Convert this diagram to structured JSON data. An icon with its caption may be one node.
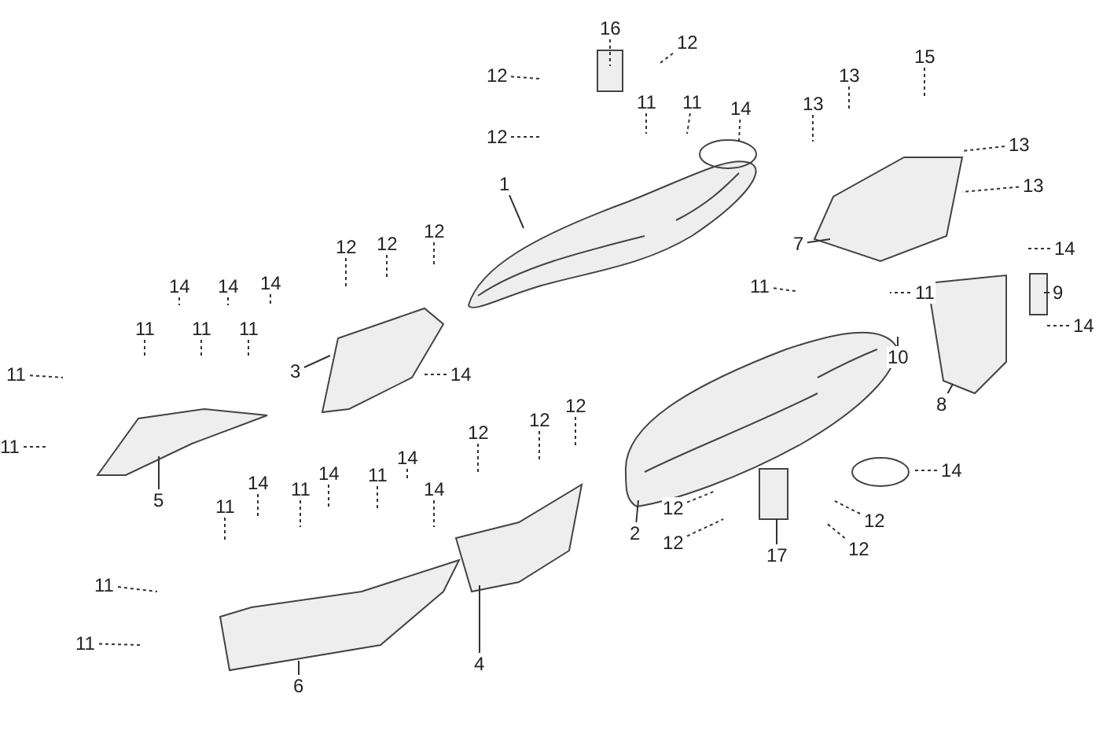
{
  "diagram": {
    "nodes": [
      {
        "text": [
          "16"
        ]
      },
      {
        "text": [
          "12"
        ]
      },
      {
        "text": [
          "15"
        ]
      },
      {
        "text": [
          "12"
        ]
      },
      {
        "text": [
          "13"
        ]
      },
      {
        "text": [
          "11"
        ]
      },
      {
        "text": [
          "11"
        ]
      },
      {
        "text": [
          "13"
        ]
      },
      {
        "text": [
          "14"
        ]
      },
      {
        "text": [
          "12"
        ]
      },
      {
        "text": [
          "13"
        ]
      },
      {
        "text": [
          "1"
        ]
      },
      {
        "text": [
          "13"
        ]
      },
      {
        "text": [
          "12"
        ]
      },
      {
        "text": [
          "7"
        ]
      },
      {
        "text": [
          "12"
        ]
      },
      {
        "text": [
          "12"
        ]
      },
      {
        "text": [
          "14"
        ]
      },
      {
        "text": [
          "11"
        ]
      },
      {
        "text": [
          "11"
        ]
      },
      {
        "text": [
          "9"
        ]
      },
      {
        "text": [
          "14"
        ]
      },
      {
        "text": [
          "14"
        ]
      },
      {
        "text": [
          "14"
        ]
      },
      {
        "text": [
          "11"
        ]
      },
      {
        "text": [
          "11"
        ]
      },
      {
        "text": [
          "11"
        ]
      },
      {
        "text": [
          "14"
        ]
      },
      {
        "text": [
          "10"
        ]
      },
      {
        "text": [
          "3"
        ]
      },
      {
        "text": [
          "14"
        ]
      },
      {
        "text": [
          "11"
        ]
      },
      {
        "text": [
          "8"
        ]
      },
      {
        "text": [
          "12"
        ]
      },
      {
        "text": [
          "12"
        ]
      },
      {
        "text": [
          "12"
        ]
      },
      {
        "text": [
          "11"
        ]
      },
      {
        "text": [
          "14"
        ]
      },
      {
        "text": [
          "14"
        ]
      },
      {
        "text": [
          "14"
        ]
      },
      {
        "text": [
          "11"
        ]
      },
      {
        "text": [
          "14"
        ]
      },
      {
        "text": [
          "14"
        ]
      },
      {
        "text": [
          "11"
        ]
      },
      {
        "text": [
          "5"
        ]
      },
      {
        "text": [
          "11"
        ]
      },
      {
        "text": [
          "12"
        ]
      },
      {
        "text": [
          "12"
        ]
      },
      {
        "text": [
          "2"
        ]
      },
      {
        "text": [
          "12"
        ]
      },
      {
        "text": [
          "12"
        ]
      },
      {
        "text": [
          "17"
        ]
      },
      {
        "text": [
          "11"
        ]
      },
      {
        "text": [
          "11"
        ]
      },
      {
        "text": [
          "4"
        ]
      },
      {
        "text": [
          "6"
        ]
      }
    ],
    "edges": [
      {
        "from": 0,
        "to": null,
        "arrow": "none",
        "style": "dashed"
      },
      {
        "from": 1,
        "to": null,
        "arrow": "none",
        "style": "dashed"
      },
      {
        "from": 2,
        "to": null,
        "arrow": "none",
        "style": "dashed"
      },
      {
        "from": 3,
        "to": null,
        "arrow": "none",
        "style": "dashed"
      },
      {
        "from": 4,
        "to": null,
        "arrow": "none",
        "style": "dashed"
      },
      {
        "from": 5,
        "to": null,
        "arrow": "none",
        "style": "dashed"
      },
      {
        "from": 6,
        "to": null,
        "arrow": "none",
        "style": "dashed"
      },
      {
        "from": 7,
        "to": null,
        "arrow": "none",
        "style": "dashed"
      },
      {
        "from": 8,
        "to": null,
        "arrow": "none",
        "style": "dashed"
      },
      {
        "from": 9,
        "to": null,
        "arrow": "none",
        "style": "dashed"
      },
      {
        "from": 10,
        "to": null,
        "arrow": "none",
        "style": "dashed"
      },
      {
        "from": 11,
        "to": null,
        "arrow": "none"
      },
      {
        "from": 12,
        "to": null,
        "arrow": "none",
        "style": "dashed"
      },
      {
        "from": 13,
        "to": null,
        "arrow": "none",
        "style": "dashed"
      },
      {
        "from": 14,
        "to": null,
        "arrow": "none"
      },
      {
        "from": 15,
        "to": null,
        "arrow": "none",
        "style": "dashed"
      },
      {
        "from": 16,
        "to": null,
        "arrow": "none",
        "style": "dashed"
      },
      {
        "from": 17,
        "to": null,
        "arrow": "none",
        "style": "dashed"
      },
      {
        "from": 18,
        "to": null,
        "arrow": "none",
        "style": "dashed"
      },
      {
        "from": 19,
        "to": null,
        "arrow": "none",
        "style": "dashed"
      },
      {
        "from": 20,
        "to": null,
        "arrow": "none"
      },
      {
        "from": 21,
        "to": null,
        "arrow": "none",
        "style": "dashed"
      },
      {
        "from": 22,
        "to": null,
        "arrow": "none",
        "style": "dashed"
      },
      {
        "from": 23,
        "to": null,
        "arrow": "none",
        "style": "dashed"
      },
      {
        "from": 24,
        "to": null,
        "arrow": "none",
        "style": "dashed"
      },
      {
        "from": 25,
        "to": null,
        "arrow": "none",
        "style": "dashed"
      },
      {
        "from": 26,
        "to": null,
        "arrow": "none",
        "style": "dashed"
      },
      {
        "from": 27,
        "to": null,
        "arrow": "none",
        "style": "dashed"
      },
      {
        "from": 28,
        "to": null,
        "arrow": "none"
      },
      {
        "from": 29,
        "to": null,
        "arrow": "none"
      },
      {
        "from": 30,
        "to": null,
        "arrow": "none",
        "style": "dashed"
      },
      {
        "from": 31,
        "to": null,
        "arrow": "none",
        "style": "dashed"
      },
      {
        "from": 32,
        "to": null,
        "arrow": "none"
      },
      {
        "from": 33,
        "to": null,
        "arrow": "none",
        "style": "dashed"
      },
      {
        "from": 34,
        "to": null,
        "arrow": "none",
        "style": "dashed"
      },
      {
        "from": 35,
        "to": null,
        "arrow": "none",
        "style": "dashed"
      },
      {
        "from": 36,
        "to": null,
        "arrow": "none",
        "style": "dashed"
      },
      {
        "from": 37,
        "to": null,
        "arrow": "none",
        "style": "dashed"
      },
      {
        "from": 38,
        "to": null,
        "arrow": "none",
        "style": "dashed"
      },
      {
        "from": 39,
        "to": null,
        "arrow": "none",
        "style": "dashed"
      },
      {
        "from": 40,
        "to": null,
        "arrow": "none",
        "style": "dashed"
      },
      {
        "from": 41,
        "to": null,
        "arrow": "none",
        "style": "dashed"
      },
      {
        "from": 42,
        "to": null,
        "arrow": "none",
        "style": "dashed"
      },
      {
        "from": 43,
        "to": null,
        "arrow": "none",
        "style": "dashed"
      },
      {
        "from": 44,
        "to": null,
        "arrow": "none"
      },
      {
        "from": 45,
        "to": null,
        "arrow": "none",
        "style": "dashed"
      },
      {
        "from": 46,
        "to": null,
        "arrow": "none",
        "style": "dashed"
      },
      {
        "from": 47,
        "to": null,
        "arrow": "none",
        "style": "dashed"
      },
      {
        "from": 48,
        "to": null,
        "arrow": "none"
      },
      {
        "from": 49,
        "to": null,
        "arrow": "none",
        "style": "dashed"
      },
      {
        "from": 50,
        "to": null,
        "arrow": "none",
        "style": "dashed"
      },
      {
        "from": 51,
        "to": null,
        "arrow": "none"
      },
      {
        "from": 52,
        "to": null,
        "arrow": "none",
        "style": "dashed"
      },
      {
        "from": 53,
        "to": null,
        "arrow": "none",
        "style": "dashed"
      },
      {
        "from": 54,
        "to": null,
        "arrow": "none"
      },
      {
        "from": 55,
        "to": null,
        "arrow": "none"
      }
    ]
  }
}
